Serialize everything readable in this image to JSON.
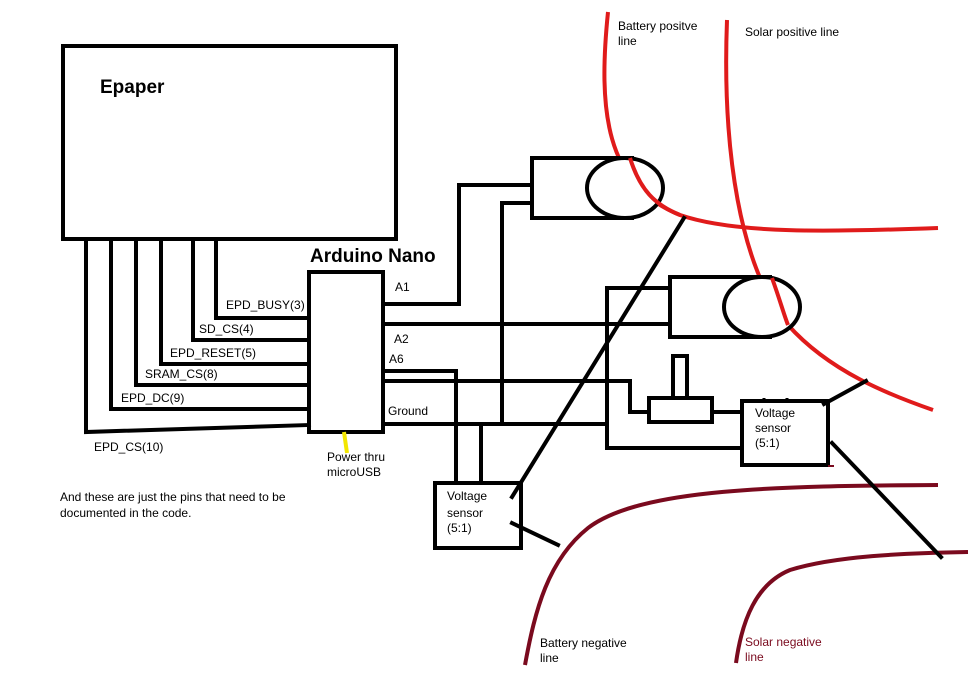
{
  "epaper": {
    "title": "Epaper"
  },
  "arduino": {
    "title": "Arduino Nano"
  },
  "pins": {
    "epd_busy": "EPD_BUSY(3)",
    "sd_cs": "SD_CS(4)",
    "epd_reset": "EPD_RESET(5)",
    "sram_cs": "SRAM_CS(8)",
    "epd_dc": "EPD_DC(9)",
    "epd_cs": "EPD_CS(10)",
    "a1": "A1",
    "a2": "A2",
    "a6": "A6",
    "ground": "Ground"
  },
  "power": {
    "line1": "Power thru",
    "line2": "microUSB"
  },
  "note": {
    "line1": "And these are just the pins that need to be",
    "line2": "documented in the code."
  },
  "sensor_left": {
    "line1": "Voltage",
    "line2": "sensor",
    "line3": "(5:1)"
  },
  "sensor_right": {
    "line1": "Voltage",
    "line2": "sensor",
    "line3": "(5:1)"
  },
  "lines": {
    "battery_positive": {
      "line1": "Battery positve",
      "line2": "line"
    },
    "solar_positive": {
      "line1": "Solar positive line"
    },
    "battery_negative": {
      "line1": "Battery negative",
      "line2": "line"
    },
    "solar_negative": {
      "line1": "Solar negative",
      "line2": "line"
    }
  },
  "colors": {
    "wire": "#000000",
    "positive_line": "#e01b1b",
    "negative_line": "#7a0a1e",
    "power_connector": "#f2e600"
  }
}
